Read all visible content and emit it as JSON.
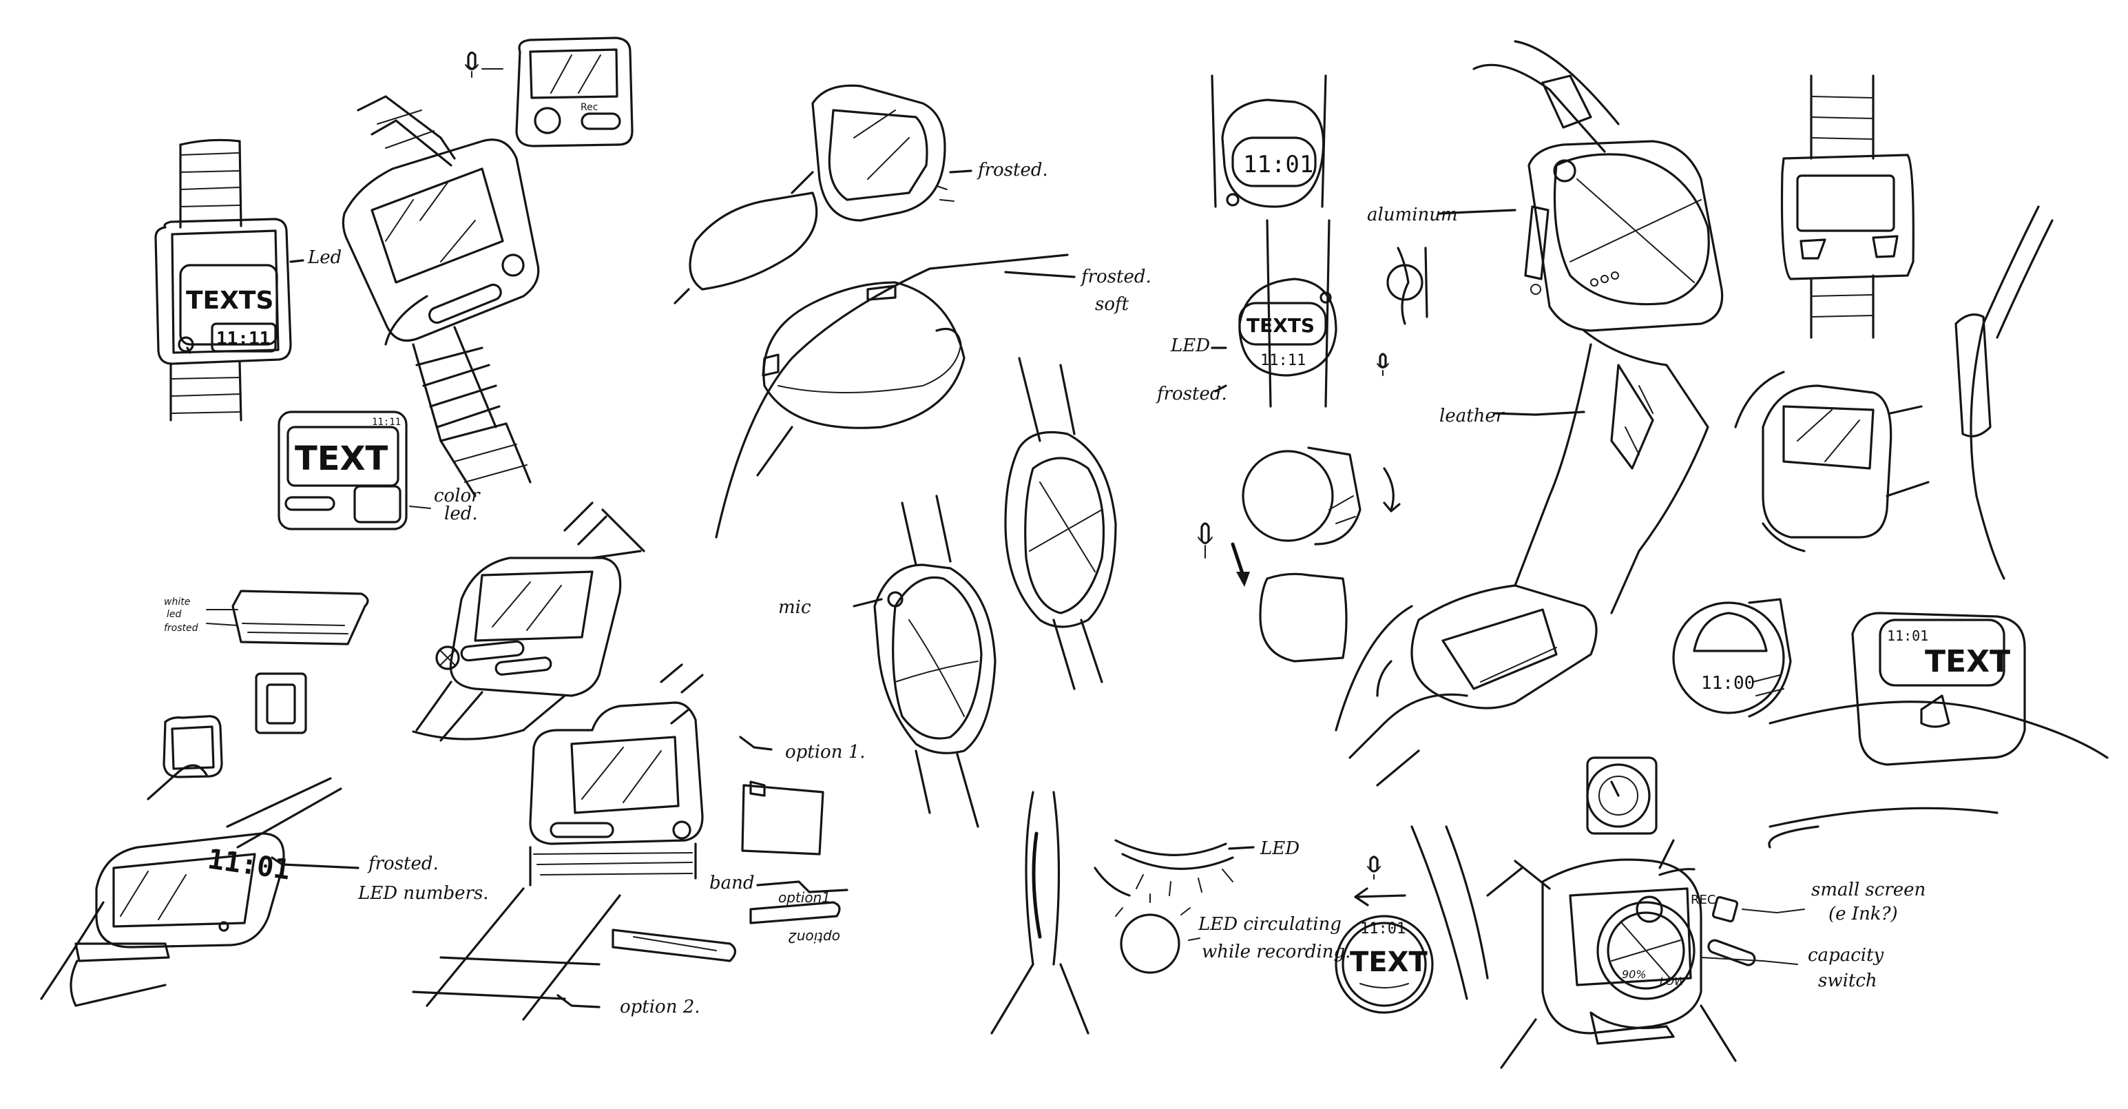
{
  "sheet": {
    "background": "#ffffff",
    "ink_color": "#151515"
  },
  "screens": {
    "texts_a": "TEXTS",
    "time_a": "11:11",
    "text_b": "TEXT",
    "time_b": "11:11",
    "time_c": "11:01",
    "texts_c": "TEXTS",
    "time_c2": "11:11",
    "led_digits": "11:01",
    "time_d": "11:00",
    "time_e": "11:01",
    "text_e": "TEXT",
    "time_f": "11:01",
    "text_f": "TEXT",
    "button_rec": "Rec",
    "button_rec2": "REC",
    "dial_a": "90%",
    "dial_b": "LOW"
  },
  "annotations": {
    "led_a": "Led",
    "color_led_1": "color",
    "color_led_2": "led.",
    "white_led_frosted_1": "white",
    "white_led_frosted_2": "led",
    "white_led_frosted_3": "frosted",
    "frosted_led_numbers_1": "frosted.",
    "frosted_led_numbers_2": "LED numbers.",
    "option_1": "option 1.",
    "band": "band",
    "band_option_1": "option1",
    "band_option_2": "option2",
    "option_2": "option 2.",
    "frosted_a": "frosted.",
    "frosted_soft_1": "frosted.",
    "frosted_soft_2": "soft",
    "mic": "mic",
    "led_b": "LED",
    "frosted_b": "frosted.",
    "led_c": "LED",
    "led_circulating_1": "LED circulating",
    "led_circulating_2": "while recording.",
    "aluminum": "aluminum",
    "leather": "leather",
    "small_screen_1": "small screen",
    "small_screen_2": "(e Ink?)",
    "capacity_switch_1": "capacity",
    "capacity_switch_2": "switch"
  },
  "icons": [
    "mic-icon",
    "rotate-arrow-icon",
    "down-arrow-icon",
    "back-arrow-icon"
  ]
}
